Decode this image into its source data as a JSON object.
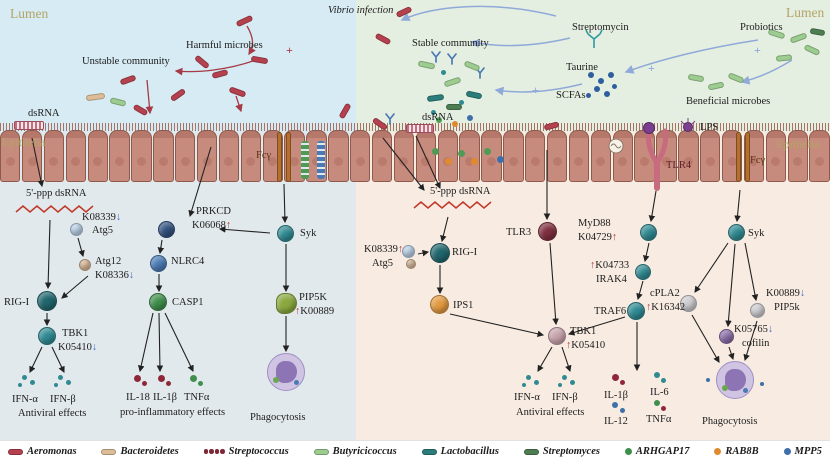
{
  "palette": {
    "left_lumen_bg": "#d6ebf3",
    "left_cell_bg": "#e2e9ec",
    "right_lumen_bg": "#e5efe1",
    "right_cell_bg": "#f8ece2",
    "epithelium": "#c78b7d",
    "harmful_red": "#b5414f",
    "beneficial_green": "#9ccc8f",
    "blue_arrow": "#8fa9d9",
    "teal": "#2f8a92",
    "title_olive": "#b3a465",
    "phagosome_purple": "#8d74b4"
  },
  "left": {
    "lumen": "Lumen",
    "harmful": "Harmful microbes",
    "unstable": "Unstable community",
    "plus": "+",
    "dsrna": "dsRNA",
    "epithelia": "Epithelia",
    "ppp": "5'-ppp dsRNA",
    "ko_k08339": {
      "pre": "",
      "id": "K08339",
      "post": "↓"
    },
    "atg5": "Atg5",
    "atg12": "Atg12",
    "ko_k08336": {
      "pre": "",
      "id": "K08336",
      "post": "↓"
    },
    "rigi": "RIG-I",
    "tbk1": "TBK1",
    "ko_k05410": {
      "pre": "",
      "id": "K05410",
      "post": "↓"
    },
    "ifna": "IFN-α",
    "ifnb": "IFN-β",
    "antiviral": "Antiviral effects",
    "prkcd": "PRKCD",
    "ko_k06068": {
      "pre": "",
      "id": "K06068",
      "post": "↑"
    },
    "nlrc4": "NLRC4",
    "casp1": "CASP1",
    "il18": "IL-18",
    "il1b": "IL-1β",
    "tnfa": "TNFα",
    "proinflammatory": "pro-inflammatory effects",
    "fcy": "Fcγ",
    "syk": "Syk",
    "pip5k": "PIP5K",
    "ko_k00889": {
      "pre": "↑",
      "id": "K00889",
      "post": ""
    },
    "phagocytosis": "Phagocytosis"
  },
  "right": {
    "vibrio": "Vibrio infection",
    "stable": "Stable community",
    "streptomycin": "Streptomycin",
    "taurine": "Taurine",
    "scfas": "SCFAs",
    "probiotics": "Probiotics",
    "lumen": "Lumen",
    "beneficial": "Beneficial microbes",
    "plus": "+",
    "dsrna": "dsRNA",
    "lps": "LPS",
    "tlr4": "TLR4",
    "epithelia": "Epithelia",
    "ppp": "5'-ppp dsRNA",
    "ko_k08339": {
      "pre": "",
      "id": "K08339",
      "post": "↑"
    },
    "atg5": "Atg5",
    "rigi": "RIG-I",
    "ips1": "IPS1",
    "tlr3": "TLR3",
    "myd88": "MyD88",
    "ko_k04729": {
      "pre": "",
      "id": "K04729",
      "post": "↑"
    },
    "ko_k04733": {
      "pre": "↑",
      "id": "K04733",
      "post": ""
    },
    "irak4": "IRAK4",
    "traf6": "TRAF6",
    "tbk1": "TBK1",
    "ko_k05410": {
      "pre": "↑",
      "id": "K05410",
      "post": ""
    },
    "ifna": "IFN-α",
    "ifnb": "IFN-β",
    "antiviral": "Antiviral effects",
    "il1b": "IL-1β",
    "il6": "IL-6",
    "il12": "IL-12",
    "tnfa": "TNFα",
    "cpla2": "cPLA2",
    "ko_k16342": {
      "pre": "↑",
      "id": "K16342",
      "post": ""
    },
    "ko_k00889": {
      "pre": "",
      "id": "K00889",
      "post": "↓"
    },
    "pip5k": "PIP5k",
    "ko_k05765": {
      "pre": "",
      "id": "K05765",
      "post": "↓"
    },
    "cofilin": "cofilin",
    "syk": "Syk",
    "fcy": "Fcγ",
    "phagocytosis": "Phagocytosis"
  },
  "legend": {
    "items": [
      {
        "label": "Aeromonas"
      },
      {
        "label": "Bacteroidetes"
      },
      {
        "label": "Streptococcus"
      },
      {
        "label": "Butyricicoccus"
      },
      {
        "label": "Lactobacillus"
      },
      {
        "label": "Streptomyces"
      },
      {
        "label": "ARHGAP17"
      },
      {
        "label": "RAB8B"
      },
      {
        "label": "MPP5"
      }
    ]
  }
}
